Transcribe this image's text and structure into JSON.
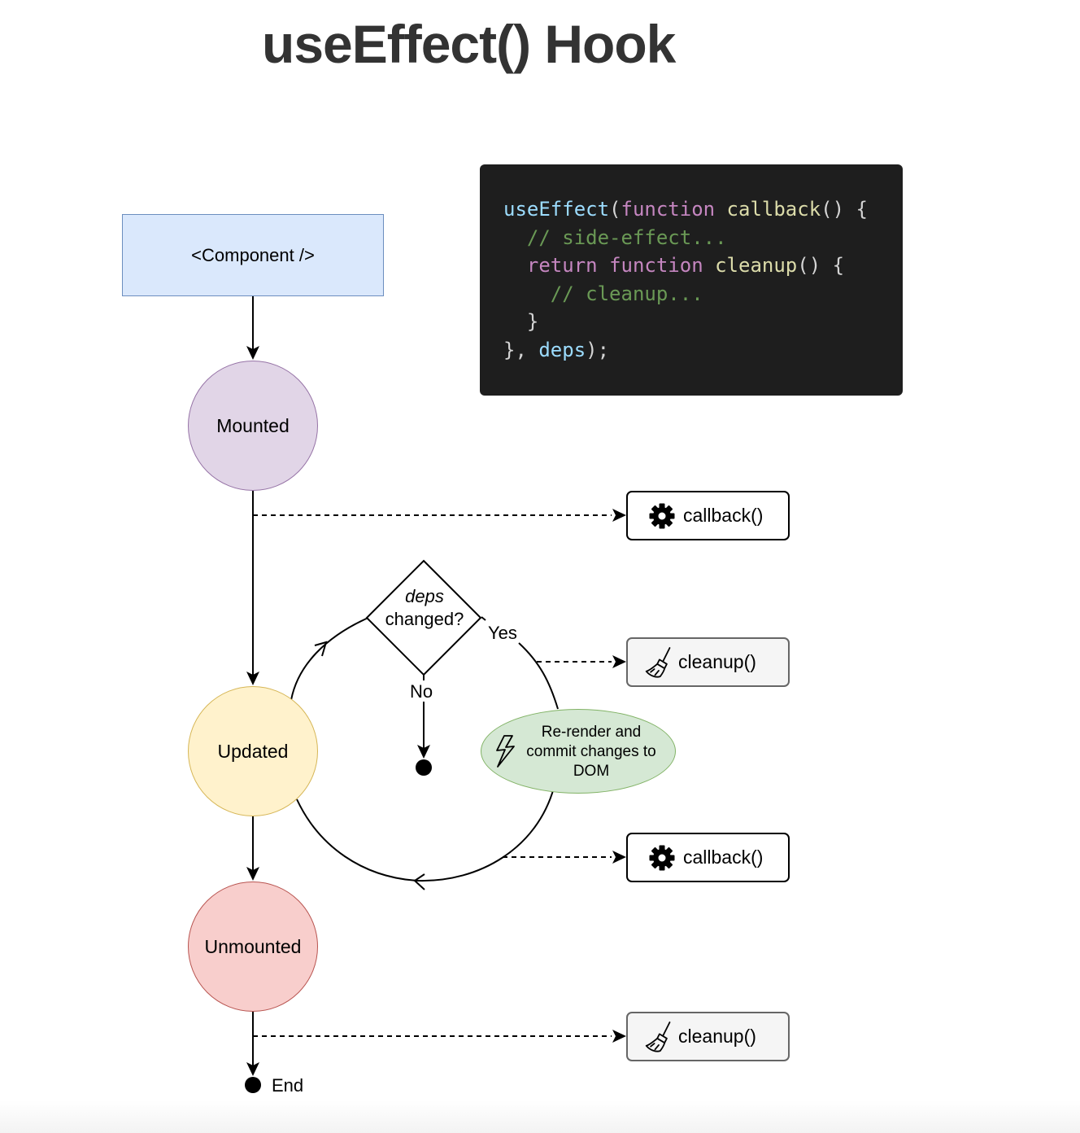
{
  "title": "useEffect() Hook",
  "code": {
    "line1": {
      "a": "useEffect",
      "b": "(",
      "c": "function",
      "d": " ",
      "e": "callback",
      "f": "() {"
    },
    "line2": {
      "indent": "  ",
      "comment": "// side-effect..."
    },
    "line3": {
      "indent": "  ",
      "kw_return": "return",
      "sp1": " ",
      "kw_function": "function",
      "sp2": " ",
      "name": "cleanup",
      "rest": "() {"
    },
    "line4": {
      "indent": "    ",
      "comment": "// cleanup..."
    },
    "line5": {
      "text": "  }"
    },
    "line6": {
      "a": "}, ",
      "deps": "deps",
      "b": ");"
    }
  },
  "nodes": {
    "component": "<Component />",
    "mounted": "Mounted",
    "updated": "Updated",
    "unmounted": "Unmounted",
    "decision": {
      "deps": "deps",
      "changed": "changed?"
    },
    "rerender": "Re-render and commit changes to DOM",
    "end": "End"
  },
  "edges": {
    "yes": "Yes",
    "no": "No"
  },
  "actions": {
    "callback_1": {
      "label": "callback()",
      "icon": "gear-icon"
    },
    "cleanup_1": {
      "label": "cleanup()",
      "icon": "broom-icon"
    },
    "callback_2": {
      "label": "callback()",
      "icon": "gear-icon"
    },
    "cleanup_2": {
      "label": "cleanup()",
      "icon": "broom-icon"
    }
  },
  "colors": {
    "component_fill": "#dae8fc",
    "mounted_fill": "#e1d5e7",
    "updated_fill": "#fff2cc",
    "unmounted_fill": "#f8cecc",
    "rerender_fill": "#d5e8d4",
    "code_bg": "#1e1e1e"
  }
}
